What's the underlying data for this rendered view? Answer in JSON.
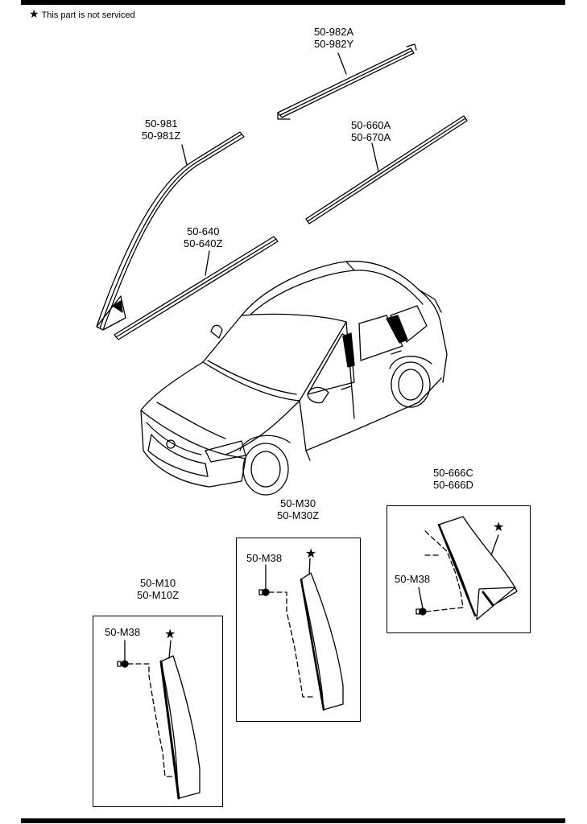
{
  "note": {
    "star": "★",
    "text": "This part is not serviced"
  },
  "labels": {
    "p982": [
      "50-982A",
      "50-982Y"
    ],
    "p981": [
      "50-981",
      "50-981Z"
    ],
    "p660": [
      "50-660A",
      "50-670A"
    ],
    "p640": [
      "50-640",
      "50-640Z"
    ],
    "p666": [
      "50-666C",
      "50-666D"
    ],
    "pM30": [
      "50-M30",
      "50-M30Z"
    ],
    "pM10": [
      "50-M10",
      "50-M10Z"
    ],
    "m38": "50-M38",
    "star": "★"
  }
}
